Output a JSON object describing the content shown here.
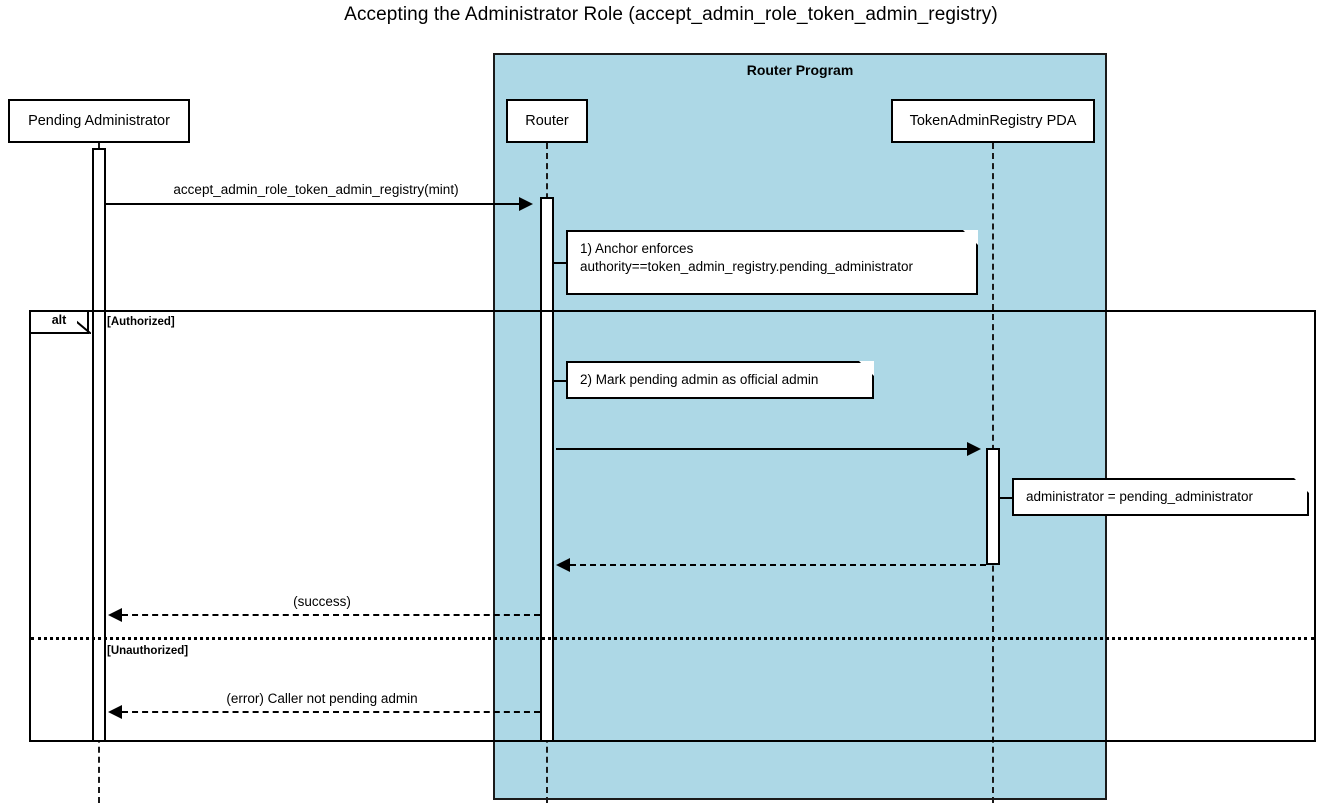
{
  "diagram": {
    "title": "Accepting the Administrator Role (accept_admin_role_token_admin_registry)",
    "type": "uml-sequence-diagram"
  },
  "colors": {
    "group_background": "#ADD8E6",
    "stroke": "#000000",
    "note_background": "#FFFFFF",
    "canvas_background": "#FFFFFF"
  },
  "group": {
    "label": "Router Program"
  },
  "participants": [
    {
      "id": "pending-administrator",
      "label": "Pending Administrator"
    },
    {
      "id": "router",
      "label": "Router"
    },
    {
      "id": "token-admin-registry-pda",
      "label": "TokenAdminRegistry PDA"
    }
  ],
  "messages": [
    {
      "id": "accept-admin-role",
      "label": "accept_admin_role_token_admin_registry(mint)",
      "from": "pending-administrator",
      "to": "router",
      "style": "solid",
      "direction": "right"
    },
    {
      "id": "update-registry",
      "label": "",
      "from": "router",
      "to": "token-admin-registry-pda",
      "style": "solid",
      "direction": "right"
    },
    {
      "id": "registry-return",
      "label": "",
      "from": "token-admin-registry-pda",
      "to": "router",
      "style": "dashed",
      "direction": "left"
    },
    {
      "id": "success-return",
      "label": "(success)",
      "from": "router",
      "to": "pending-administrator",
      "style": "dashed",
      "direction": "left"
    },
    {
      "id": "error-return",
      "label": "(error) Caller not pending admin",
      "from": "router",
      "to": "pending-administrator",
      "style": "dashed",
      "direction": "left"
    }
  ],
  "notes": [
    {
      "id": "note-anchor-enforces",
      "line1": "1) Anchor enforces",
      "line2": "authority==token_admin_registry.pending_administrator",
      "attached_to": "router"
    },
    {
      "id": "note-mark-pending-admin",
      "line1": "2) Mark pending admin as official admin",
      "attached_to": "router"
    },
    {
      "id": "note-administrator-assignment",
      "line1": "administrator = pending_administrator",
      "attached_to": "token-admin-registry-pda"
    }
  ],
  "fragment": {
    "operator": "alt",
    "guards": [
      {
        "id": "authorized",
        "label": "[Authorized]"
      },
      {
        "id": "unauthorized",
        "label": "[Unauthorized]"
      }
    ]
  }
}
